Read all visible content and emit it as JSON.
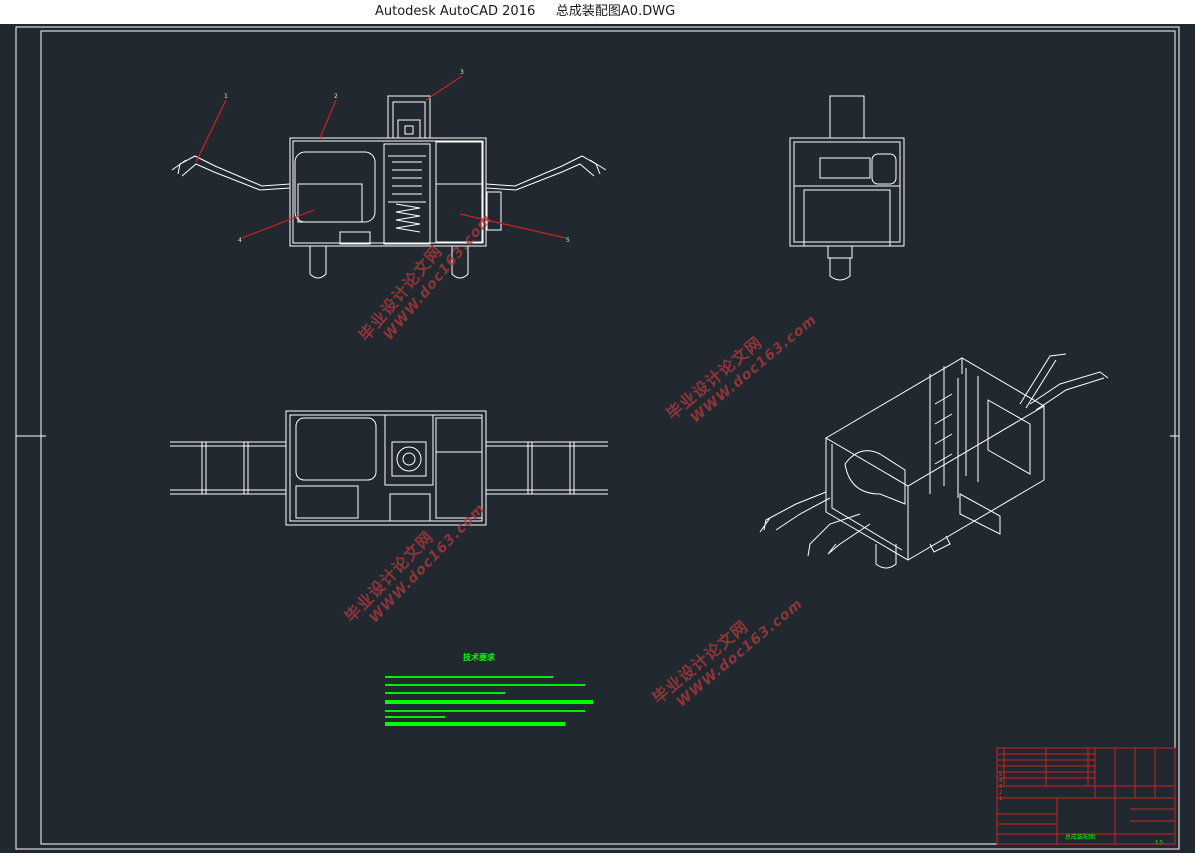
{
  "window": {
    "title": "Autodesk AutoCAD 2016     总成装配图A0.DWG"
  },
  "colors": {
    "background": "#212830",
    "lines": "#ffffff",
    "leaders": "#cc2222",
    "notes": "#00ff00",
    "watermark": "#b23a3a"
  },
  "drawing": {
    "balloons": [
      "1",
      "2",
      "3",
      "4",
      "5"
    ],
    "watermark": {
      "line1": "毕业设计论文网",
      "line2": "WWW.doc163.com"
    },
    "notes_title": "技术要求",
    "title_block": {
      "rows": [
        "5",
        "4",
        "3",
        "2",
        "1"
      ],
      "drawing_name": "总成装配图",
      "scale": "1:5"
    }
  }
}
